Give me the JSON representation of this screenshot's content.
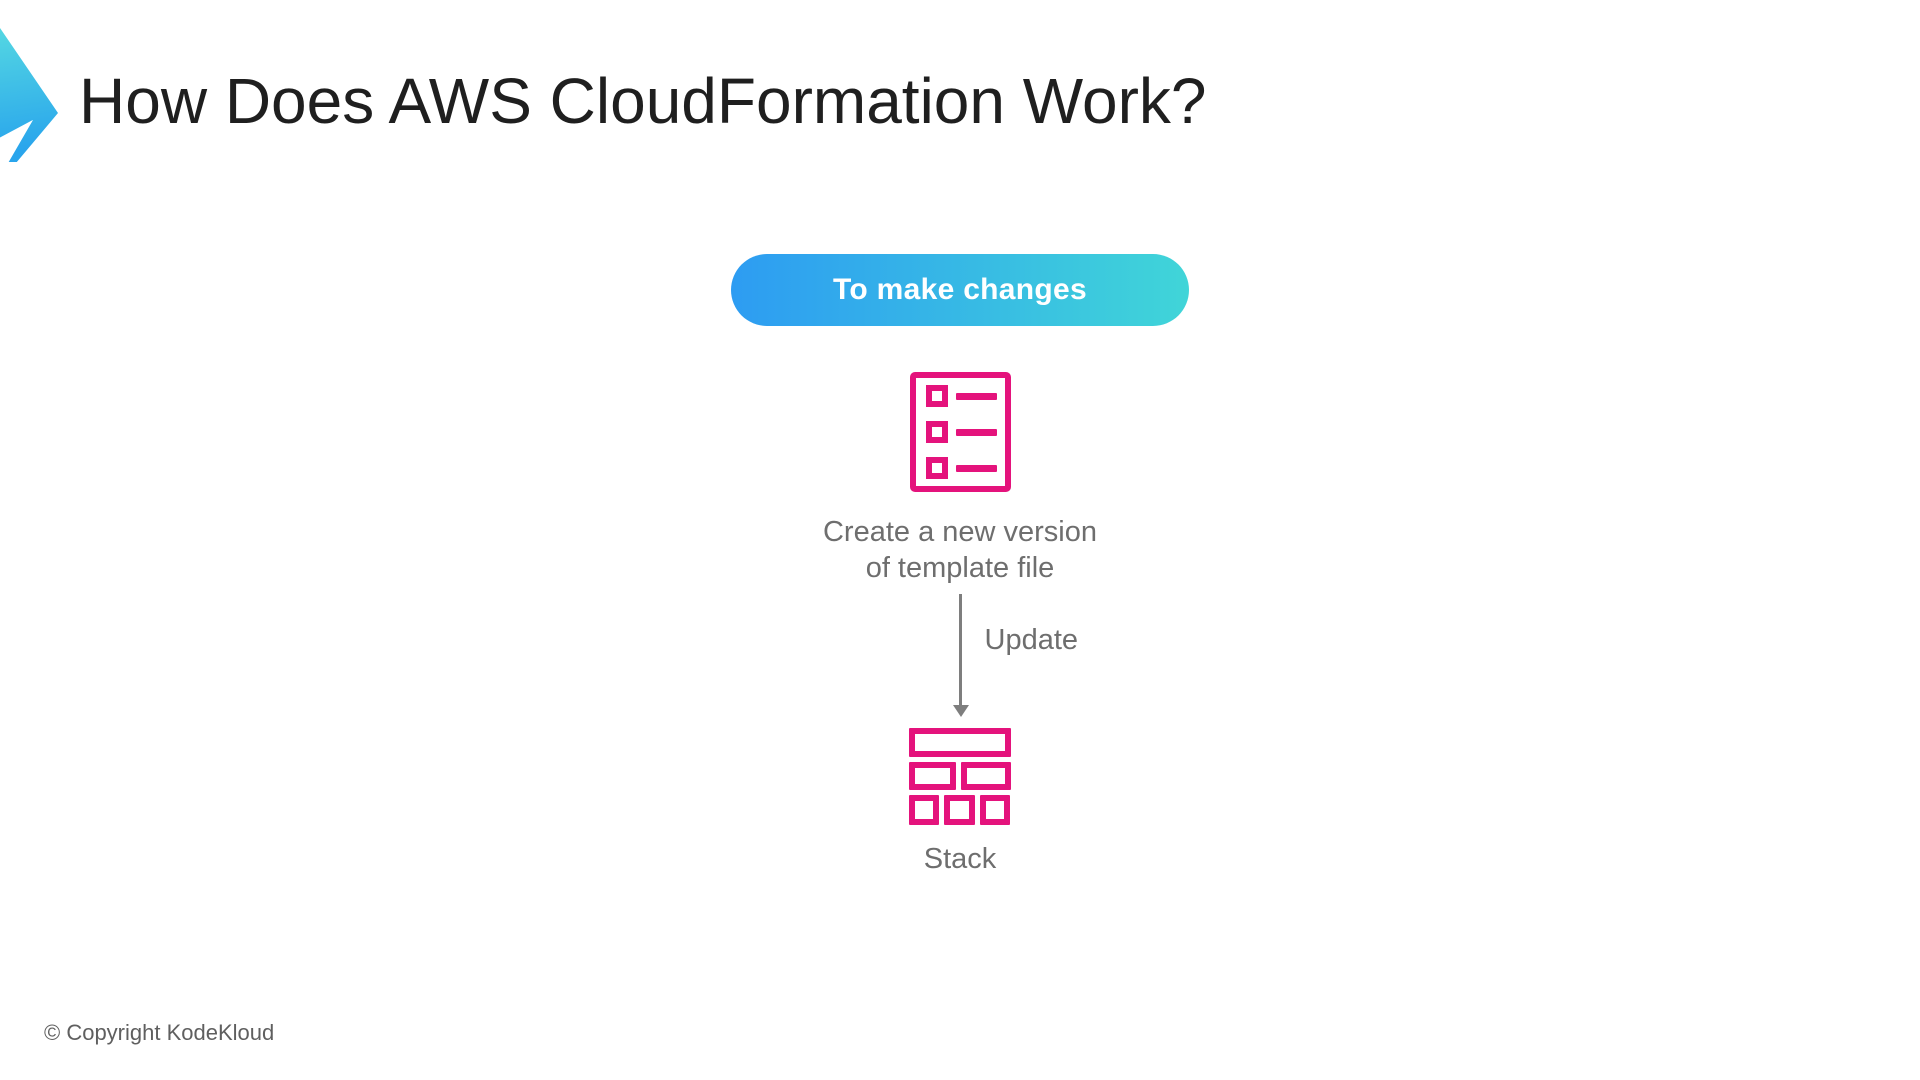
{
  "slide": {
    "title": "How Does AWS CloudFormation Work?",
    "footer": "© Copyright KodeKloud"
  },
  "flow": {
    "pill_label": "To make changes",
    "template_caption": "Create a new version\nof template file",
    "arrow_label": "Update",
    "stack_label": "Stack"
  },
  "icons": {
    "logo": "chevron-right",
    "template_file": "checklist-document",
    "arrow": "arrow-down",
    "stack": "stacked-bricks"
  },
  "colors": {
    "accent_pink": "#e4137c",
    "button_gradient_start": "#2d9cf2",
    "button_gradient_end": "#40d5d8",
    "logo_gradient_start": "#55d8e2",
    "logo_gradient_end": "#29a5ec",
    "title_color": "#1f1f1f",
    "caption_gray": "#6e6e6e",
    "arrow_gray": "#7e7e7e",
    "footer_gray": "#5f5f5f"
  }
}
